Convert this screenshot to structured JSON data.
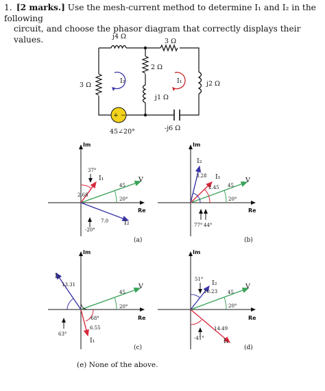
{
  "question": {
    "number": "1.",
    "marks": "[2 marks.]",
    "text_line1": "Use the mesh-current method to determine I₁ and I₂ in the following",
    "text_line2": "circuit, and choose the phasor diagram that correctly displays their values."
  },
  "circuit": {
    "j4": "j4 Ω",
    "r3_top": "3 Ω",
    "r2": "2 Ω",
    "r3_left": "3 Ω",
    "j2": "j2 Ω",
    "j1": "j1 Ω",
    "neg_j6": "-j6 Ω",
    "source": "45∠20°",
    "source_plus": "+",
    "source_minus": "−",
    "mesh1": "I₂",
    "mesh2": "I₁"
  },
  "axes": {
    "im": "Im",
    "re": "Re"
  },
  "panels": [
    {
      "id": "a",
      "label": "(a)",
      "V": {
        "label": "V",
        "mag": "45",
        "angle": "20°"
      },
      "I1": {
        "label": "I₁",
        "mag": "2.68",
        "angle": "37°"
      },
      "I2": {
        "label": "I₂",
        "mag": "7.0",
        "angle": "-20°"
      }
    },
    {
      "id": "b",
      "label": "(b)",
      "V": {
        "label": "V",
        "mag": "45",
        "angle": "20°"
      },
      "I1": {
        "label": "I₁",
        "mag": "2.45",
        "angle": "44°"
      },
      "I2": {
        "label": "I₂",
        "mag": "3.28",
        "angle": "77°"
      }
    },
    {
      "id": "c",
      "label": "(c)",
      "V": {
        "label": "V",
        "mag": "45",
        "angle": "20°"
      },
      "I1": {
        "label": "I₁",
        "mag": "6.55",
        "angle": "-68°"
      },
      "I2": {
        "label": "I₂",
        "mag": "13.31",
        "angle": "63°"
      }
    },
    {
      "id": "d",
      "label": "(d)",
      "V": {
        "label": "V",
        "mag": "45",
        "angle": "20°"
      },
      "I1": {
        "label": "I₁",
        "mag": "14.49",
        "angle": "-41°"
      },
      "I2": {
        "label": "I₂",
        "mag": "10.23",
        "angle": "51°"
      }
    }
  ],
  "option_e": "(e) None of the above.",
  "colors": {
    "v": "#3aa35a",
    "i1": "#d8283a",
    "i2": "#3a36a8",
    "axis": "#111111"
  }
}
